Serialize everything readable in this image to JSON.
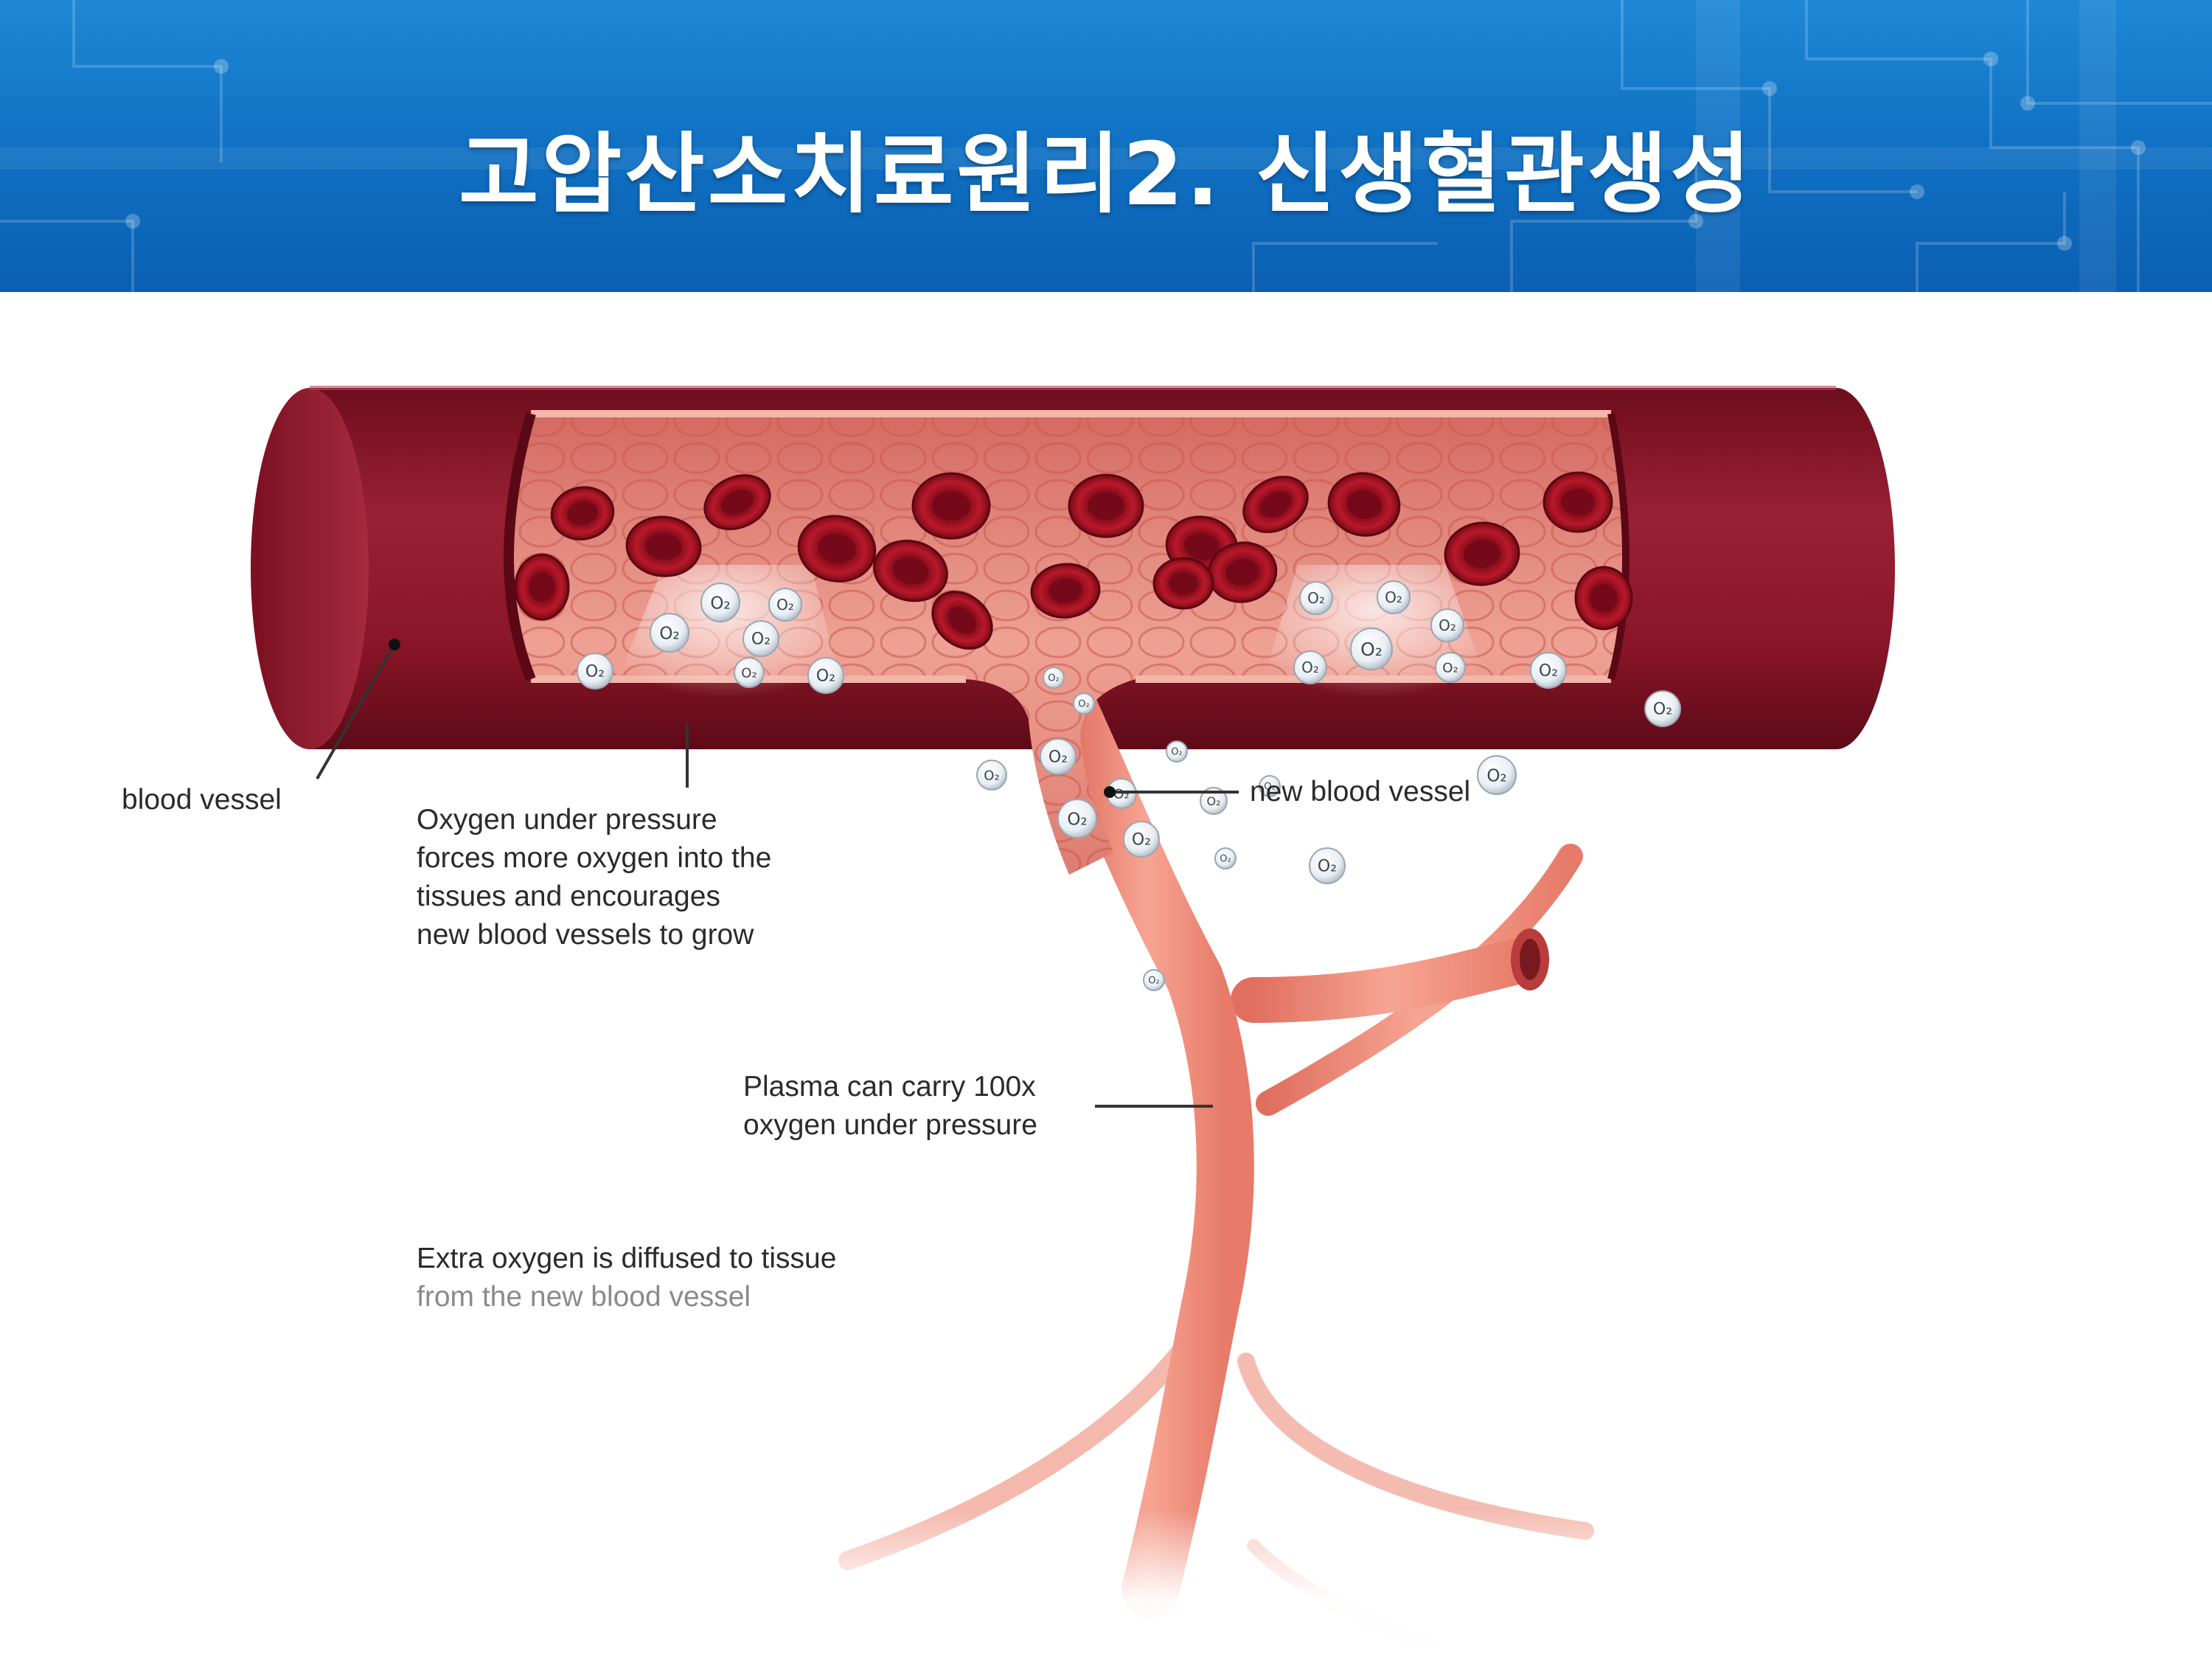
{
  "header": {
    "title": "고압산소치료원리2. 신생혈관생성"
  },
  "diagram": {
    "labels": {
      "blood_vessel": "blood vessel",
      "new_blood_vessel": "new blood vessel",
      "oxygen_pressure_lines": [
        "Oxygen under pressure",
        "forces more oxygen into the",
        "tissues and encourages",
        "new blood vessels to grow"
      ],
      "plasma_lines": [
        "Plasma can carry 100x",
        "oxygen under pressure"
      ],
      "extra_oxygen_lines": [
        "Extra oxygen is diffused to tissue",
        "from the new blood vessel"
      ]
    },
    "oxygen_molecule_label": "O₂",
    "colors": {
      "vessel_wall": "#8c1a2c",
      "vessel_interior": "#e58a7c",
      "red_blood_cell": "#a0111f",
      "new_vessel": "#ee8a78",
      "banner": "#1478cc"
    }
  }
}
